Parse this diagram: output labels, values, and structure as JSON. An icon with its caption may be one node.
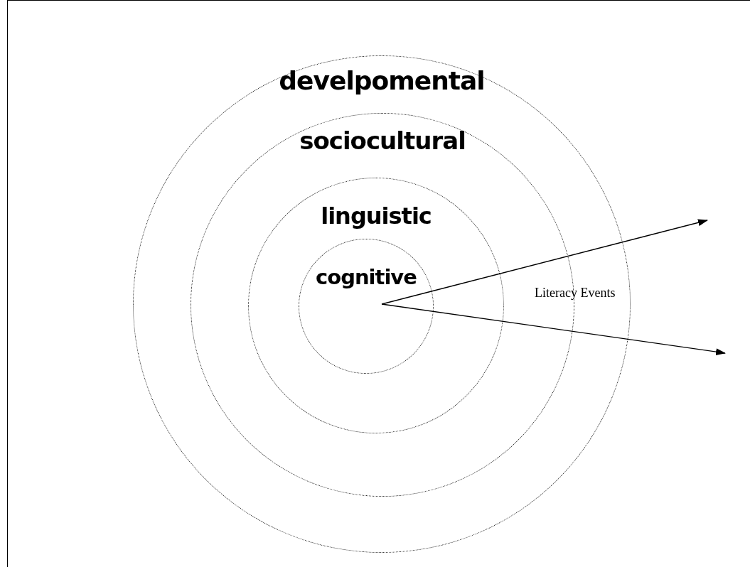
{
  "diagram": {
    "nodes": [
      {
        "text": [
          "develpomental"
        ]
      },
      {
        "text": [
          "sociocultural"
        ],
        "in": 0
      },
      {
        "text": [
          "linguistic"
        ],
        "in": 1
      },
      {
        "text": [
          "cognitive"
        ],
        "in": 2
      }
    ],
    "edges": [
      {
        "from": 3,
        "to": null,
        "arrow": "to"
      },
      {
        "from": 3,
        "to": null,
        "arrow": "to"
      }
    ],
    "labels": [
      "Literacy Events"
    ]
  }
}
